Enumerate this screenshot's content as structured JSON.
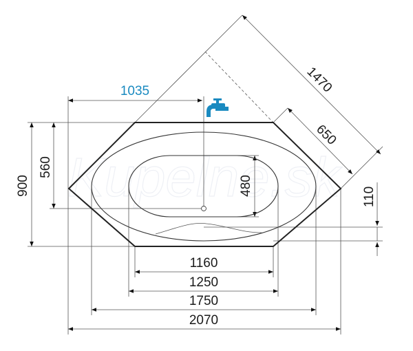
{
  "title": "Hexagonal bathtub dimension drawing",
  "watermark": "Kupelne.sk",
  "colors": {
    "accent": "#1a8ac0",
    "line": "#222222"
  },
  "icons": {
    "faucet": "faucet-icon",
    "drain": "drain-icon"
  },
  "dimensions": {
    "faucet_offset": "1035",
    "diagonal_overall": "1470",
    "diagonal_side": "650",
    "height_total": "900",
    "height_to_drain": "560",
    "basin_width": "480",
    "step": "110",
    "bottom_edge": "1160",
    "basin_length": "1250",
    "rim_length": "1750",
    "overall_length": "2070"
  }
}
